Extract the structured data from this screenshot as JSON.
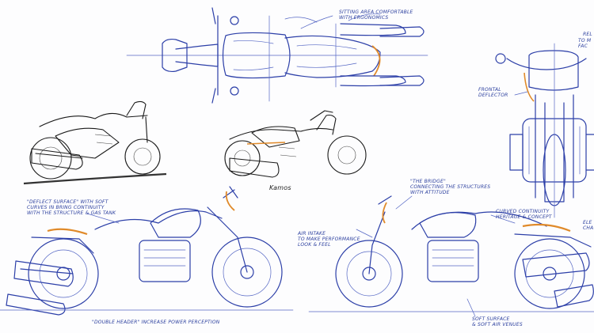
{
  "notes": {
    "top_seat": "SITTING AREA COMFORTABLE\nWITH ERGONOMICS",
    "top_right_clipped": "TO M\nFAC",
    "right_edge": "REL",
    "frontal_deflector": "FRONTAL\nDEFLECTOR",
    "sketch_signature": "Kamos",
    "deflect_surface": "\"DEFLECT SURFACE\" WITH SOFT\nCURVES IN BRING CONTINUITY\nWITH THE STRUCTURE & GAS TANK",
    "the_bridge": "\"THE BRIDGE\"\nCONNECTING THE STRUCTURES\nWITH ATTITUDE",
    "air_intake": "AIR INTAKE\nTO MAKE PERFORMANCE\nLOOK & FEEL",
    "curved_continuity": "CURVED CONTINUITY\nHERITAGE & CONCEPT",
    "right_clipped_2": "ELE\nCHA",
    "double_header": "\"DOUBLE HEADER\" INCREASE POWER PERCEPTION",
    "soft_surface": "SOFT SURFACE\n& SOFT AIR VENUES"
  },
  "colors": {
    "ink_blue": "#2c3fa8",
    "ink_light": "#5466c4",
    "accent_orange": "#e08a2a",
    "pencil_black": "#1a1a1a",
    "paper": "#fdfdfe"
  }
}
